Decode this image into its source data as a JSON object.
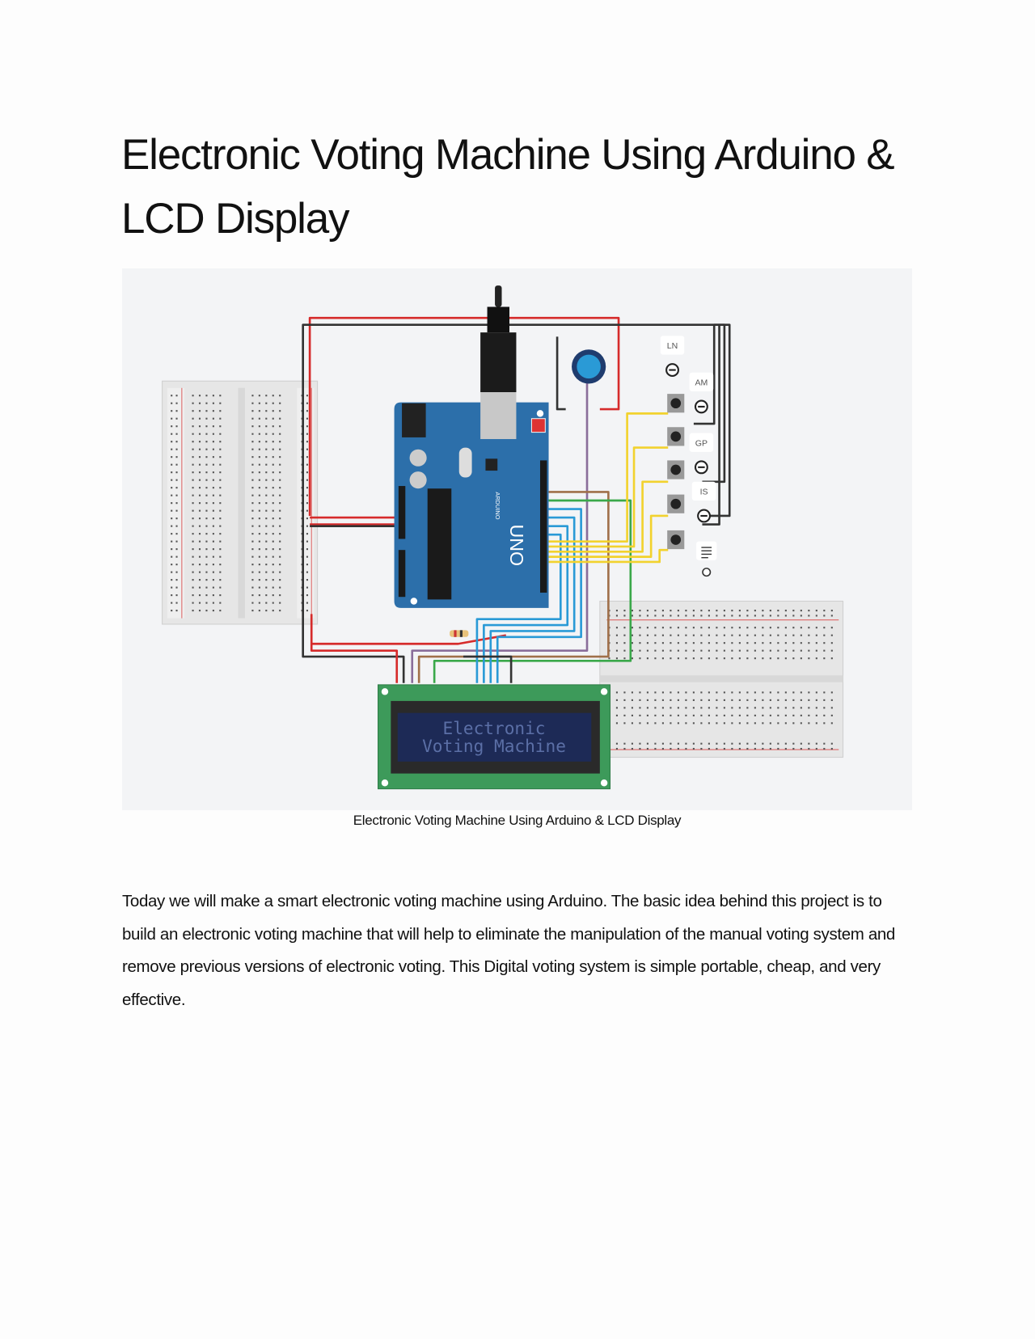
{
  "document": {
    "title": "Electronic Voting Machine Using Arduino & LCD Display",
    "figure": {
      "caption": "Electronic Voting Machine Using Arduino & LCD Display",
      "lcd_text": [
        "Electronic",
        "Voting Machine"
      ],
      "button_labels": [
        "LN",
        "AM",
        "GP",
        "IS"
      ],
      "board_labels": {
        "uno": "UNO",
        "brand": "ARDUINO"
      }
    },
    "paragraph": "Today we will make a smart electronic voting machine using Arduino. The basic idea behind this project is to build an electronic voting machine that will help to eliminate the manipulation of the manual voting system and remove previous versions of electronic voting. This Digital voting system is simple portable, cheap, and very effective."
  },
  "colors": {
    "board": "#2c6faa",
    "lcd_pcb": "#3d9a5a",
    "lcd_screen": "#1d2a56",
    "wire_red": "#d62b2b",
    "wire_yellow": "#f2d22e",
    "wire_blue": "#2a9ad6",
    "wire_green": "#3aa84a"
  }
}
